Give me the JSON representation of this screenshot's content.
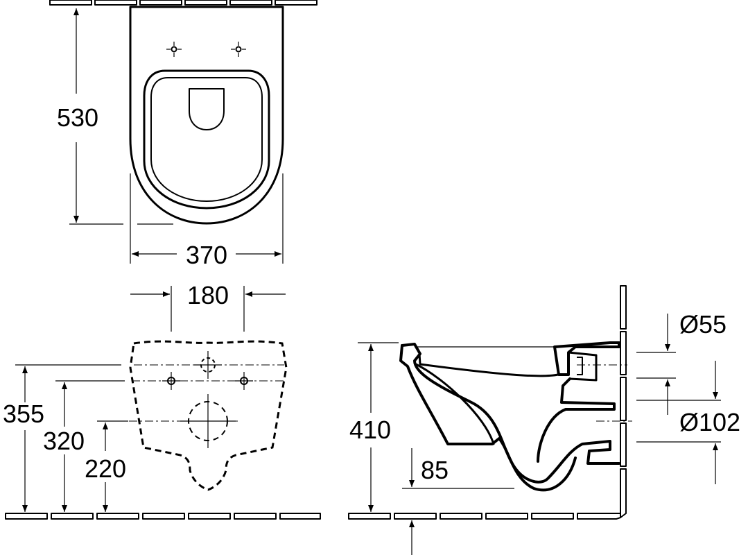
{
  "dimensions": {
    "width_top": "370",
    "length_top": "530",
    "fixing_spacing": "180",
    "height_355": "355",
    "height_320": "320",
    "height_220": "220",
    "height_410": "410",
    "height_85": "85",
    "diameter_55": "Ø55",
    "diameter_102": "Ø102"
  },
  "icons": [
    "fixing-point-icon",
    "dimension-arrow-icon"
  ]
}
